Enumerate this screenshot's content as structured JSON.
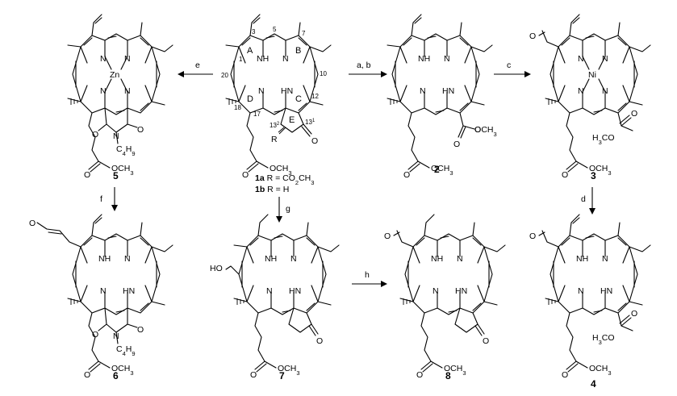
{
  "compounds": {
    "c1": {
      "label_a": "1a",
      "rdef_a": " R = CO",
      "rdef_a2": "CH",
      "label_b": "1b",
      "rdef_b": " R = H"
    },
    "c2": {
      "label": "2"
    },
    "c3": {
      "label": "3"
    },
    "c4": {
      "label": "4"
    },
    "c5": {
      "label": "5"
    },
    "c6": {
      "label": "6"
    },
    "c7": {
      "label": "7"
    },
    "c8": {
      "label": "8"
    }
  },
  "reagents": {
    "ab": "a, b",
    "c": "c",
    "d": "d",
    "e": "e",
    "f": "f",
    "g": "g",
    "h": "h"
  },
  "atoms": {
    "nh": "NH",
    "hn": "HN",
    "n": "N",
    "zn": "Zn",
    "ni": "Ni",
    "o": "O",
    "r": "R",
    "ho": "HO",
    "och3": "OCH",
    "h3co": "H",
    "c4h9": "C",
    "co2ch3_sub": "2",
    "sub3": "3",
    "sub4": "4",
    "sub9": "9"
  },
  "ring_letters": [
    "A",
    "B",
    "C",
    "D",
    "E"
  ],
  "locants": [
    "3",
    "5",
    "7",
    "1",
    "20",
    "10",
    "18",
    "17",
    "12",
    "13",
    "13"
  ],
  "locant_sups": [
    "2",
    "1"
  ]
}
